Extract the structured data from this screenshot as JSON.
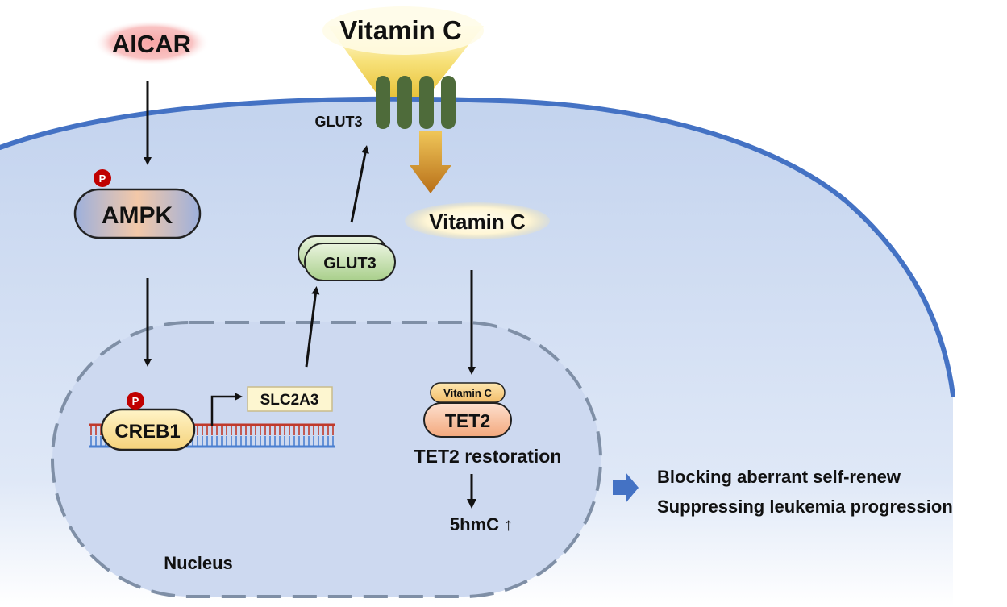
{
  "aicar": "AICAR",
  "ampk": "AMPK",
  "phospho_label": "P",
  "creb1": "CREB1",
  "slc2a3": "SLC2A3",
  "glut3_protein": "GLUT3",
  "glut3_membrane": "GLUT3",
  "vitamin_c_outside": "Vitamin C",
  "vitamin_c_inside": "Vitamin C",
  "vitamin_c_small": "Vitamin C",
  "tet2": "TET2",
  "tet2_restoration": "TET2 restoration",
  "fivehmc": "5hmC ↑",
  "nucleus": "Nucleus",
  "outcomes": [
    "Blocking aberrant self-renew",
    "Suppressing leukemia progression"
  ],
  "colors": {
    "membrane": "#4472c4",
    "cell_fill": "#c7d6ef",
    "nucleus_fill": "#cdd9f0",
    "nucleus_border": "#7f8fa6",
    "transporter": "#4e6b3a",
    "phospho": "#c00000",
    "aicar_glow": "#f4a6a6",
    "outcome_arrow": "#4472c4"
  }
}
